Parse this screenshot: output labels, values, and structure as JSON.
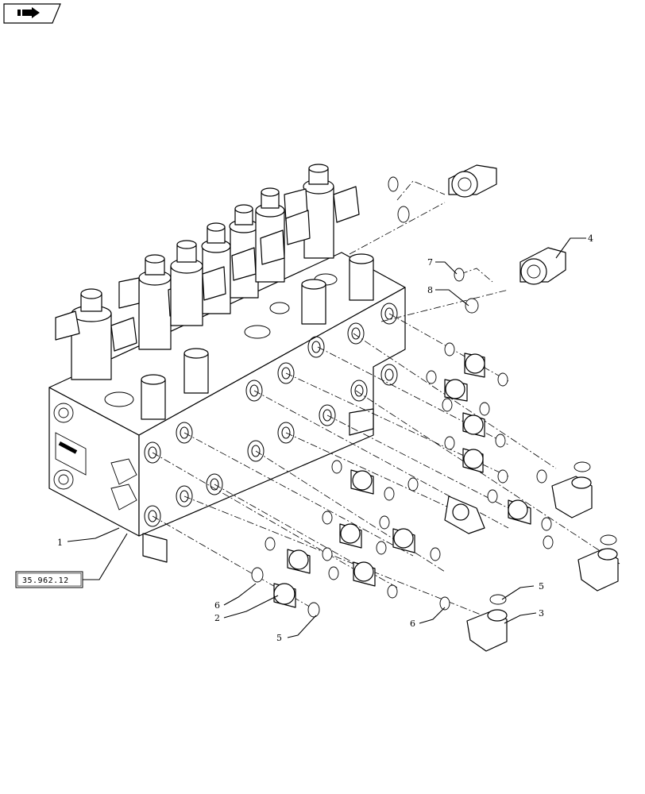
{
  "nav": {
    "icon": "back-arrow-icon"
  },
  "reference": {
    "code": "35.962.12"
  },
  "callouts": [
    {
      "id": "c1",
      "label": "1"
    },
    {
      "id": "c2",
      "label": "2"
    },
    {
      "id": "c3",
      "label": "3"
    },
    {
      "id": "c4",
      "label": "4"
    },
    {
      "id": "c5a",
      "label": "5"
    },
    {
      "id": "c5b",
      "label": "5"
    },
    {
      "id": "c6a",
      "label": "6"
    },
    {
      "id": "c6b",
      "label": "6"
    },
    {
      "id": "c7",
      "label": "7"
    },
    {
      "id": "c8",
      "label": "8"
    }
  ]
}
